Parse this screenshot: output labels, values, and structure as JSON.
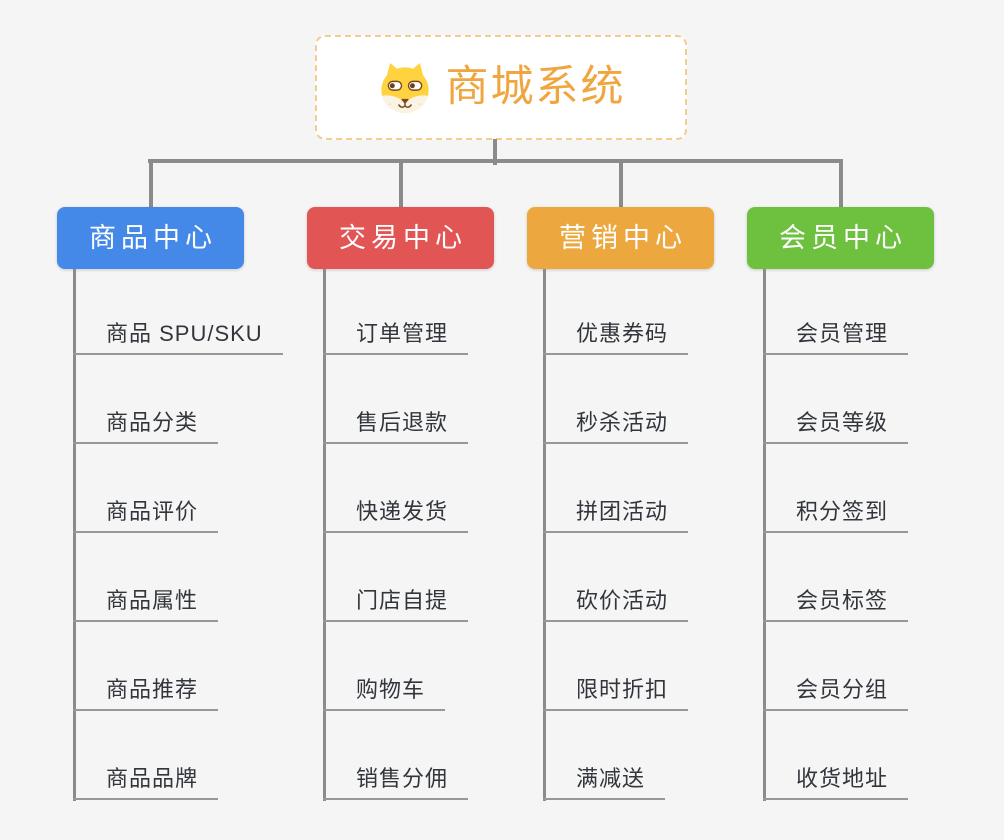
{
  "background": "#f5f5f5",
  "connector_color": "#8b8b8b",
  "leaf_line_color": "#979797",
  "leaf_text_color": "#32363c",
  "root": {
    "title": "商城系统",
    "title_color": "#f0a640",
    "border_color": "#f4cc8f",
    "icon": "dog-face-icon"
  },
  "branches": [
    {
      "label": "商品中心",
      "color": "#4489e8",
      "children": [
        "商品 SPU/SKU",
        "商品分类",
        "商品评价",
        "商品属性",
        "商品推荐",
        "商品品牌"
      ]
    },
    {
      "label": "交易中心",
      "color": "#e15654",
      "children": [
        "订单管理",
        "售后退款",
        "快递发货",
        "门店自提",
        "购物车",
        "销售分佣"
      ]
    },
    {
      "label": "营销中心",
      "color": "#eca83f",
      "children": [
        "优惠券码",
        "秒杀活动",
        "拼团活动",
        "砍价活动",
        "限时折扣",
        "满减送"
      ]
    },
    {
      "label": "会员中心",
      "color": "#6ec13e",
      "children": [
        "会员管理",
        "会员等级",
        "积分签到",
        "会员标签",
        "会员分组",
        "收货地址"
      ]
    }
  ]
}
